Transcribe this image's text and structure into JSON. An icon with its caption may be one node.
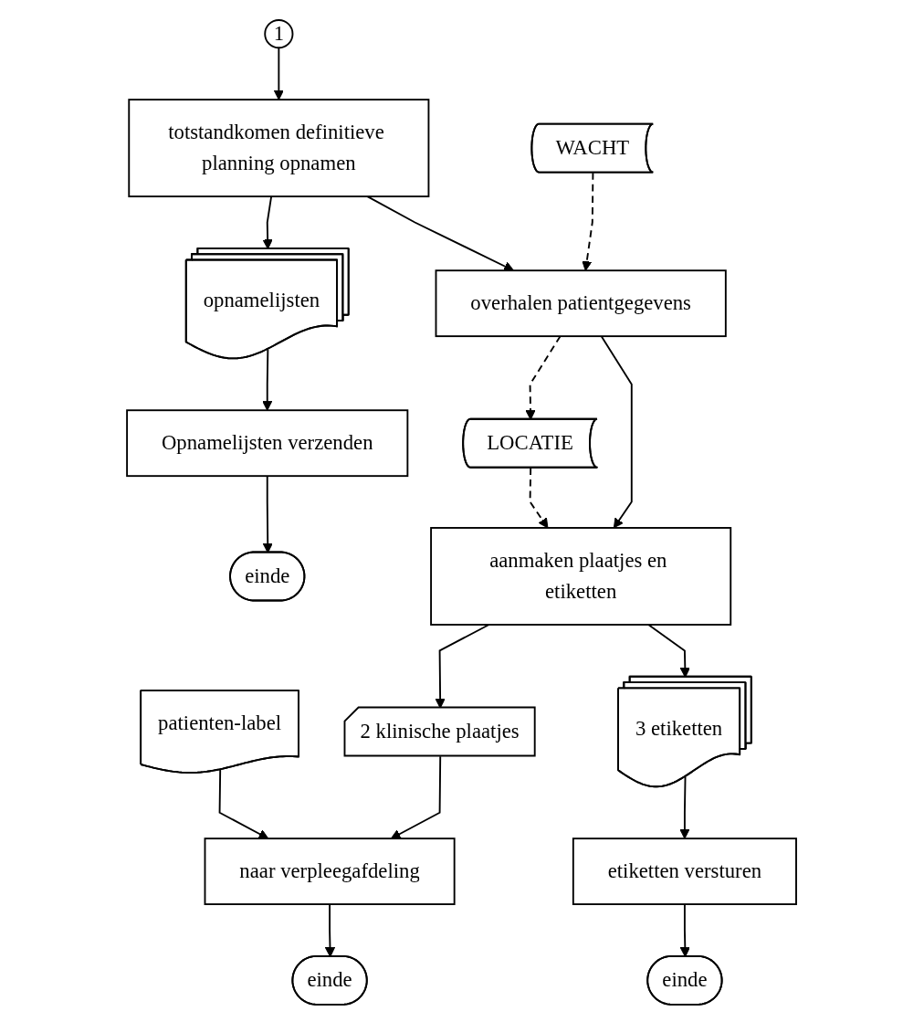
{
  "diagram": {
    "nodes": [
      {
        "text": [
          "1"
        ]
      },
      {
        "text": [
          "totstandkomen definitieve planning opnamen"
        ]
      },
      {
        "text": [
          "opnamelijsten"
        ]
      },
      {
        "text": [
          "Opnamelijsten verzenden"
        ]
      },
      {
        "text": [
          "einde"
        ]
      },
      {
        "text": [
          "WACHT"
        ]
      },
      {
        "text": [
          "overhalen patientgegevens"
        ]
      },
      {
        "text": [
          "LOCATIE"
        ]
      },
      {
        "text": [
          "aanmaken plaatjes en etiketten"
        ]
      },
      {
        "text": [
          "patienten-label"
        ]
      },
      {
        "text": [
          "2 klinische plaatjes"
        ]
      },
      {
        "text": [
          "3 etiketten"
        ]
      },
      {
        "text": [
          "naar verpleegafdeling"
        ]
      },
      {
        "text": [
          "etiketten versturen"
        ]
      },
      {
        "text": [
          "einde"
        ]
      },
      {
        "text": [
          "einde"
        ]
      }
    ],
    "edges": [
      {
        "from": 0,
        "to": 1,
        "arrow": "to"
      },
      {
        "from": 1,
        "to": 2,
        "arrow": "to"
      },
      {
        "from": 2,
        "to": 3,
        "arrow": "to"
      },
      {
        "from": 3,
        "to": 4,
        "arrow": "to"
      },
      {
        "from": 1,
        "to": 6,
        "arrow": "to"
      },
      {
        "from": 5,
        "to": 6,
        "arrow": "to",
        "style": "dashed"
      },
      {
        "from": 6,
        "to": 7,
        "arrow": "to",
        "style": "dashed"
      },
      {
        "from": 7,
        "to": 8,
        "arrow": "to",
        "style": "dashed"
      },
      {
        "from": 6,
        "to": 8,
        "arrow": "to"
      },
      {
        "from": 8,
        "to": 10,
        "arrow": "to"
      },
      {
        "from": 8,
        "to": 11,
        "arrow": "to"
      },
      {
        "from": 9,
        "to": 12,
        "arrow": "to"
      },
      {
        "from": 10,
        "to": 12,
        "arrow": "to"
      },
      {
        "from": 11,
        "to": 13,
        "arrow": "to"
      },
      {
        "from": 12,
        "to": 14,
        "arrow": "to"
      },
      {
        "from": 13,
        "to": 15,
        "arrow": "to"
      }
    ]
  }
}
